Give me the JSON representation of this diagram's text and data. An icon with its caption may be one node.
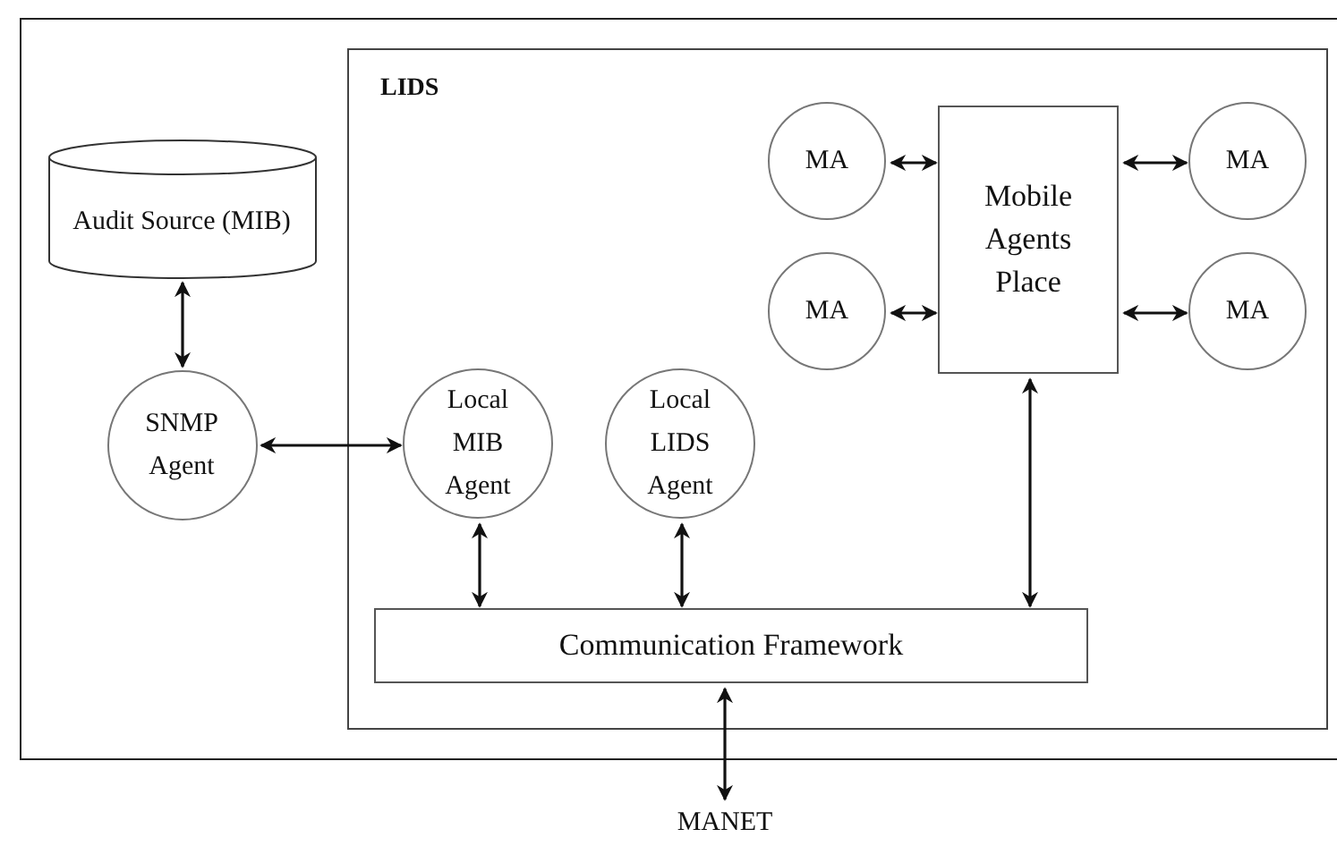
{
  "diagram": {
    "nodes": [
      {
        "text": [],
        "shape": "box"
      },
      {
        "text": [
          "LIDS"
        ],
        "in": 0
      },
      {
        "text": [
          "Audit Source (MIB)"
        ],
        "in": 0
      },
      {
        "text": [
          "SNMP Agent"
        ],
        "in": 0
      },
      {
        "text": [
          "Local MIB Agent"
        ],
        "in": 1
      },
      {
        "text": [
          "Local LIDS Agent"
        ],
        "in": 1
      },
      {
        "text": [
          "MA"
        ],
        "in": 1
      },
      {
        "text": [
          "Mobile Agents Place"
        ],
        "in": 1
      },
      {
        "text": [
          "MA"
        ],
        "in": 1
      },
      {
        "text": [
          "MA"
        ],
        "in": 1
      },
      {
        "text": [
          "MA"
        ],
        "in": 1
      },
      {
        "text": [
          "Communication Framework"
        ],
        "in": 1
      },
      {
        "text": [
          "MANET"
        ]
      }
    ],
    "edges": [
      {
        "from": 2,
        "to": 3,
        "arrow": "both"
      },
      {
        "from": 3,
        "to": 4,
        "arrow": "both"
      },
      {
        "from": 6,
        "to": 7,
        "arrow": "both"
      },
      {
        "from": 7,
        "to": 8,
        "arrow": "both"
      },
      {
        "from": 9,
        "to": 7,
        "arrow": "both"
      },
      {
        "from": 7,
        "to": 10,
        "arrow": "both"
      },
      {
        "from": 4,
        "to": 11,
        "arrow": "both"
      },
      {
        "from": 5,
        "to": 11,
        "arrow": "both"
      },
      {
        "from": 7,
        "to": 11,
        "arrow": "both"
      },
      {
        "from": 11,
        "to": 12,
        "arrow": "both"
      }
    ]
  }
}
